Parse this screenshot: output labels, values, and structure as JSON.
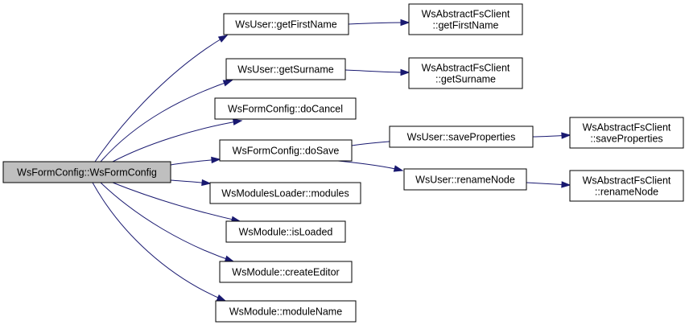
{
  "diagram": {
    "type": "call-graph",
    "nodes": [
      {
        "id": "root",
        "lines": [
          "WsFormConfig::WsFormConfig"
        ],
        "highlight": true
      },
      {
        "id": "getFirstName",
        "lines": [
          "WsUser::getFirstName"
        ]
      },
      {
        "id": "getSurname",
        "lines": [
          "WsUser::getSurname"
        ]
      },
      {
        "id": "doCancel",
        "lines": [
          "WsFormConfig::doCancel"
        ]
      },
      {
        "id": "doSave",
        "lines": [
          "WsFormConfig::doSave"
        ]
      },
      {
        "id": "modules",
        "lines": [
          "WsModulesLoader::modules"
        ]
      },
      {
        "id": "isLoaded",
        "lines": [
          "WsModule::isLoaded"
        ]
      },
      {
        "id": "createEditor",
        "lines": [
          "WsModule::createEditor"
        ]
      },
      {
        "id": "moduleName",
        "lines": [
          "WsModule::moduleName"
        ]
      },
      {
        "id": "fsGetFirstName",
        "lines": [
          "WsAbstractFsClient",
          "::getFirstName"
        ]
      },
      {
        "id": "fsGetSurname",
        "lines": [
          "WsAbstractFsClient",
          "::getSurname"
        ]
      },
      {
        "id": "saveProperties",
        "lines": [
          "WsUser::saveProperties"
        ]
      },
      {
        "id": "renameNode",
        "lines": [
          "WsUser::renameNode"
        ]
      },
      {
        "id": "fsSaveProperties",
        "lines": [
          "WsAbstractFsClient",
          "::saveProperties"
        ]
      },
      {
        "id": "fsRenameNode",
        "lines": [
          "WsAbstractFsClient",
          "::renameNode"
        ]
      }
    ],
    "edges": [
      {
        "from": "root",
        "to": "getFirstName"
      },
      {
        "from": "root",
        "to": "getSurname"
      },
      {
        "from": "root",
        "to": "doCancel"
      },
      {
        "from": "root",
        "to": "doSave"
      },
      {
        "from": "root",
        "to": "modules"
      },
      {
        "from": "root",
        "to": "isLoaded"
      },
      {
        "from": "root",
        "to": "createEditor"
      },
      {
        "from": "root",
        "to": "moduleName"
      },
      {
        "from": "getFirstName",
        "to": "fsGetFirstName"
      },
      {
        "from": "getSurname",
        "to": "fsGetSurname"
      },
      {
        "from": "doSave",
        "to": "saveProperties"
      },
      {
        "from": "doSave",
        "to": "renameNode"
      },
      {
        "from": "saveProperties",
        "to": "fsSaveProperties"
      },
      {
        "from": "renameNode",
        "to": "fsRenameNode"
      }
    ],
    "colors": {
      "edge": "#191970",
      "root_fill": "#bfbfbf",
      "node_fill": "#ffffff",
      "border": "#000000"
    }
  }
}
